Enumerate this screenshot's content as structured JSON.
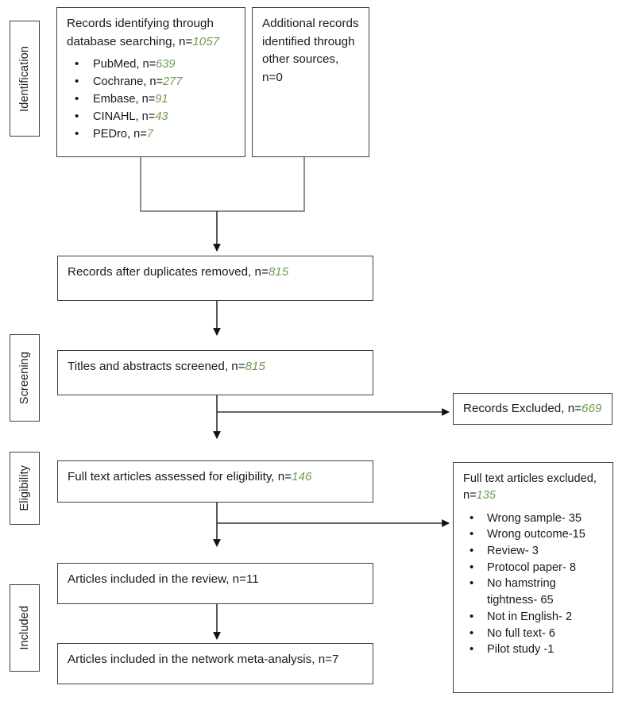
{
  "diagram": {
    "type": "PRISMA flow diagram",
    "accent_green": "#6f9b50",
    "border_color": "#3f3f3f"
  },
  "stages": [
    {
      "key": "identification",
      "label": "Identification"
    },
    {
      "key": "screening",
      "label": "Screening"
    },
    {
      "key": "eligibility",
      "label": "Eligibility"
    },
    {
      "key": "included",
      "label": "Included"
    }
  ],
  "boxes": {
    "database_search": {
      "title_pre": "Records identifying through database searching, n=",
      "title_num": "1057",
      "sources": [
        {
          "pre": "PubMed, n=",
          "num": "639"
        },
        {
          "pre": "Cochrane, n=",
          "num": "277"
        },
        {
          "pre": "Embase, n=",
          "num": "91"
        },
        {
          "pre": "CINAHL, n=",
          "num": "43"
        },
        {
          "pre": "PEDro, n=",
          "num": "7"
        }
      ]
    },
    "other_sources": {
      "text": "Additional records identified through other sources, n=0"
    },
    "duplicates_removed": {
      "pre": "Records after duplicates removed, n=",
      "num": "815"
    },
    "titles_screened": {
      "pre": "Titles and abstracts screened, n=",
      "num": "815"
    },
    "records_excluded": {
      "pre": "Records Excluded, n=",
      "num": "669"
    },
    "fulltext_assessed": {
      "pre": "Full text articles assessed for eligibility, n=",
      "num": "146"
    },
    "fulltext_excluded": {
      "pre": "Full text articles excluded, n=",
      "num": "135",
      "reasons": [
        "Wrong sample- 35",
        "Wrong outcome-15",
        "Review- 3",
        "Protocol paper- 8",
        "No hamstring tightness- 65",
        "Not in English- 2",
        "No full text- 6",
        "Pilot study -1"
      ]
    },
    "included_review": {
      "pre": "Articles included in the review, n=",
      "num": "11"
    },
    "included_nma": {
      "pre": "Articles included in the network meta-analysis, n=",
      "num": "7"
    }
  }
}
